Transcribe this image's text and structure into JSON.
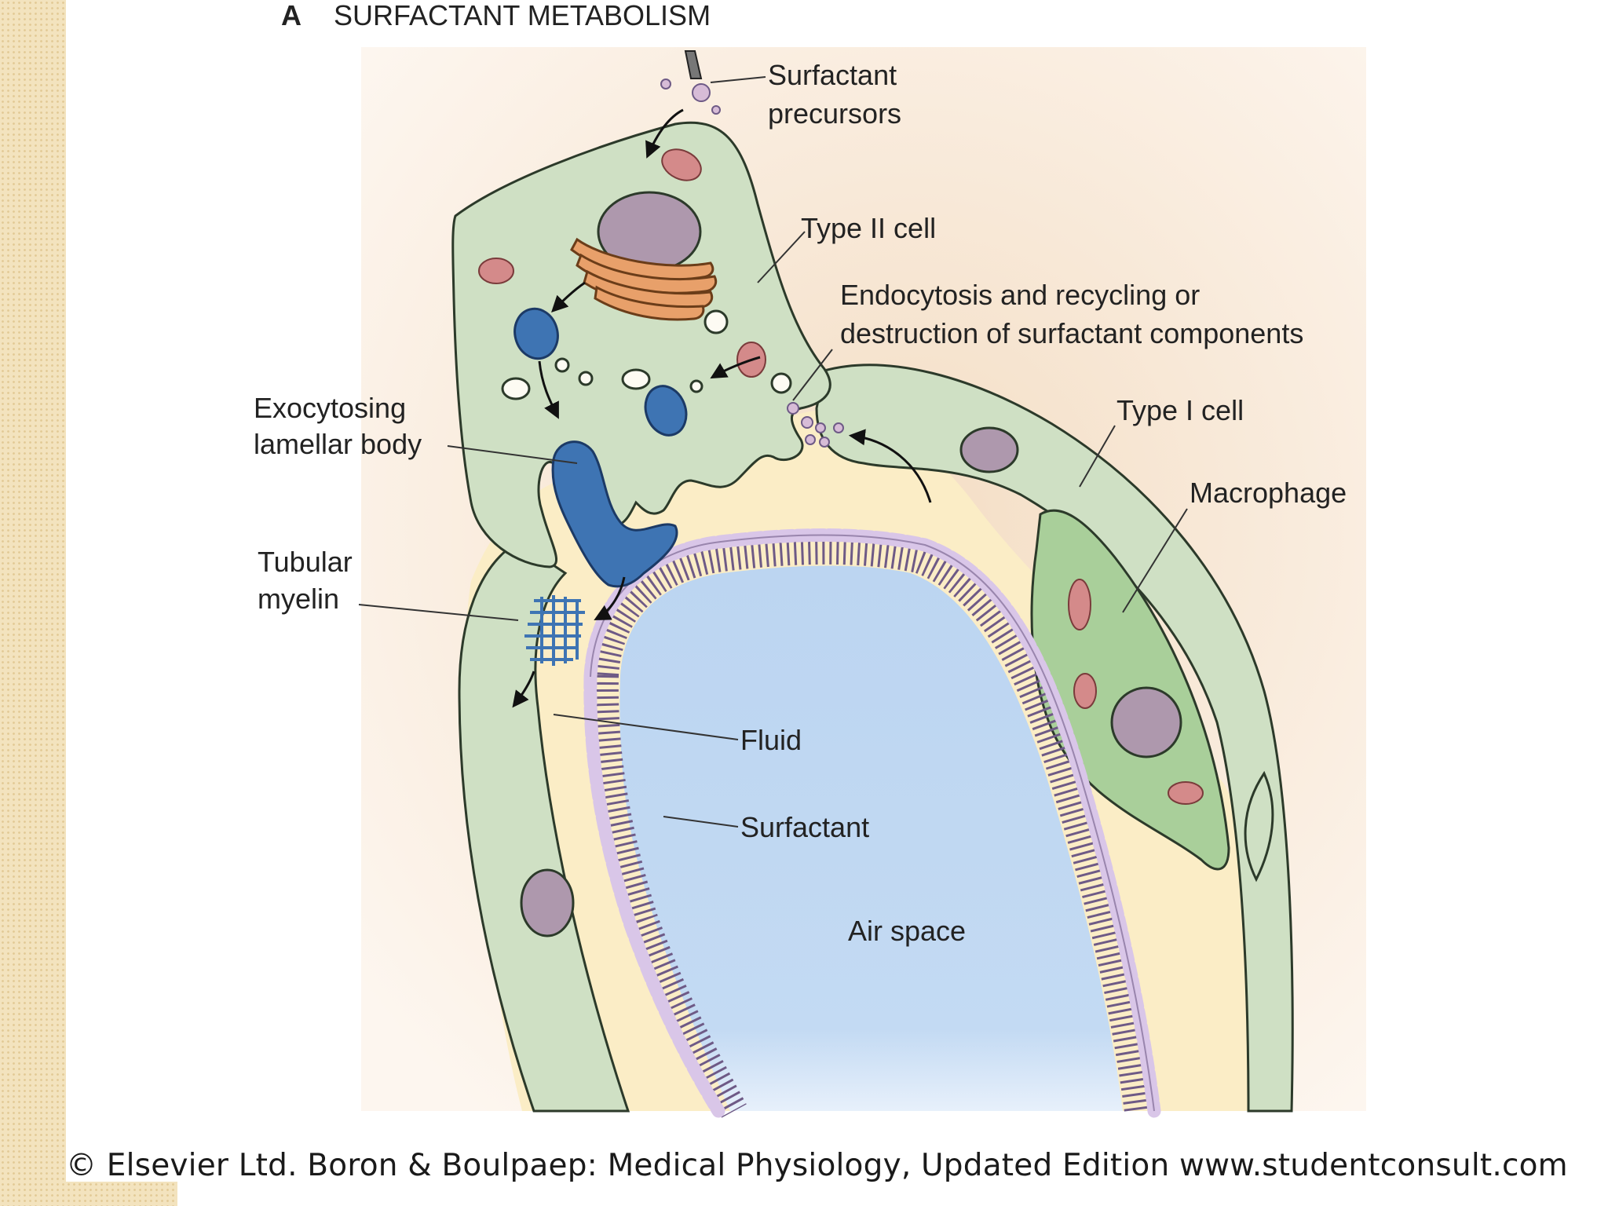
{
  "figure": {
    "panel_letter": "A",
    "title": "SURFACTANT METABOLISM",
    "labels": {
      "surfactant_precursors_1": "Surfactant",
      "surfactant_precursors_2": "precursors",
      "type2_cell": "Type II cell",
      "endocytosis_1": "Endocytosis and recycling or",
      "endocytosis_2": "destruction of surfactant components",
      "exocytosing_1": "Exocytosing",
      "exocytosing_2": "lamellar body",
      "type1_cell": "Type I cell",
      "macrophage": "Macrophage",
      "tubular_1": "Tubular",
      "tubular_2": "myelin",
      "fluid": "Fluid",
      "surfactant": "Surfactant",
      "air_space": "Air space"
    },
    "credit": "© Elsevier Ltd. Boron & Boulpaep: Medical Physiology, Updated Edition   www.studentconsult.com"
  },
  "colors": {
    "cell_green": "#cfe0c4",
    "macrophage_green": "#a9cf9a",
    "nucleus": "#ae98ad",
    "fluid": "#fbedc6",
    "air": "#bcd5f1",
    "lamellar_blue": "#3e74b3",
    "lipid_head": "#d9c6e8",
    "lipid_tail": "#6e5a86",
    "mitochondria": "#d48a8a",
    "golgi": "#e8a06a"
  }
}
